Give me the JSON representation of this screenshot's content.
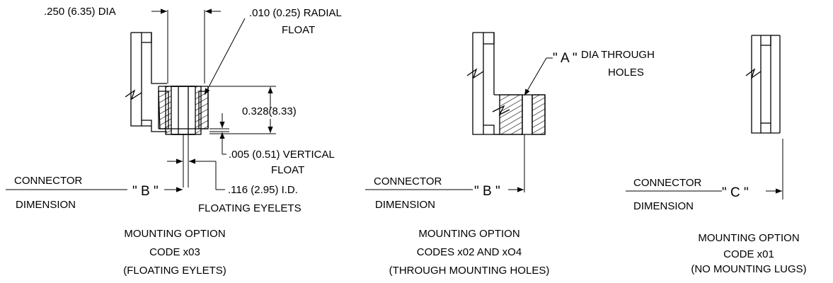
{
  "floating": {
    "dia_label": ".250 (6.35) DIA",
    "radial_line1": ".010 (0.25) RADIAL",
    "radial_line2": "FLOAT",
    "height_label": "0.328(8.33)",
    "vertical_line1": ".005 (0.51) VERTICAL",
    "vertical_line2": "FLOAT",
    "id_line1": ".116 (2.95) I.D.",
    "id_line2": "FLOATING EYELETS",
    "connector": "CONNECTOR",
    "dimension": "DIMENSION",
    "dim_letter": "\" B \"",
    "caption1": "MOUNTING OPTION",
    "caption2": "CODE x03",
    "caption3": "(FLOATING EYLETS)"
  },
  "through": {
    "hole_letter": "\" A \"",
    "hole_line1": "DIA THROUGH",
    "hole_line2": "HOLES",
    "connector": "CONNECTOR",
    "dimension": "DIMENSION",
    "dim_letter": "\" B \"",
    "caption1": "MOUNTING OPTION",
    "caption2": "CODES x02 AND xO4",
    "caption3": "(THROUGH MOUNTING HOLES)"
  },
  "nolugs": {
    "connector": "CONNECTOR",
    "dimension": "DIMENSION",
    "dim_letter": "\" C \"",
    "caption1": "MOUNTING OPTION",
    "caption2": "CODE x01",
    "caption3": "(NO MOUNTING LUGS)"
  }
}
